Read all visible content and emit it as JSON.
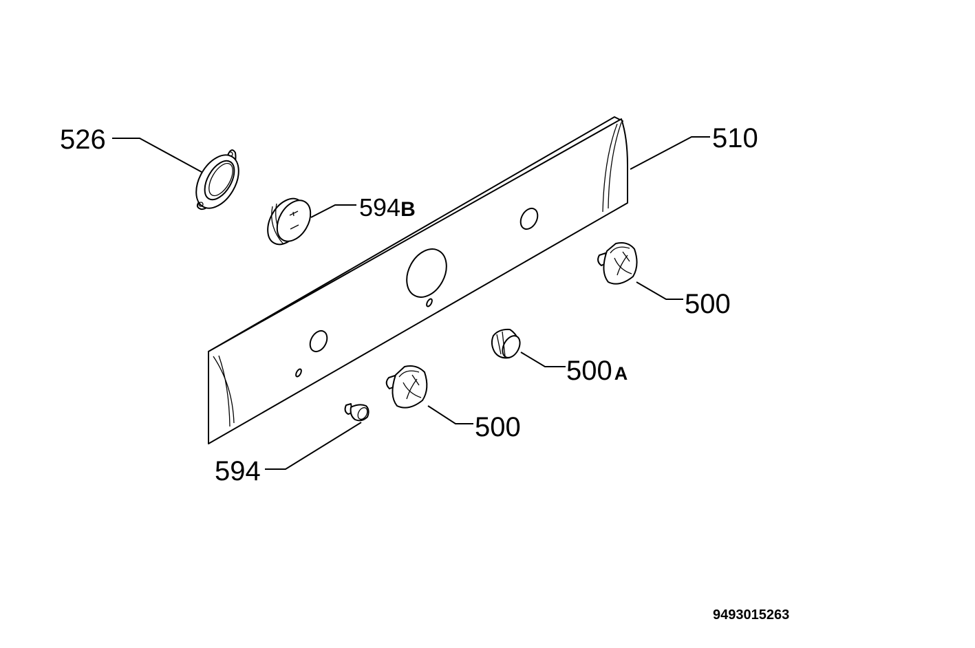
{
  "labels": {
    "cover_ring": "526",
    "plug_b_number": "594",
    "plug_b_suffix": "B",
    "panel": "510",
    "knob_right": "500",
    "small_knob_number": "500",
    "small_knob_suffix": "A",
    "knob_left": "500",
    "screw": "594"
  },
  "drawing_number": "9493015263"
}
